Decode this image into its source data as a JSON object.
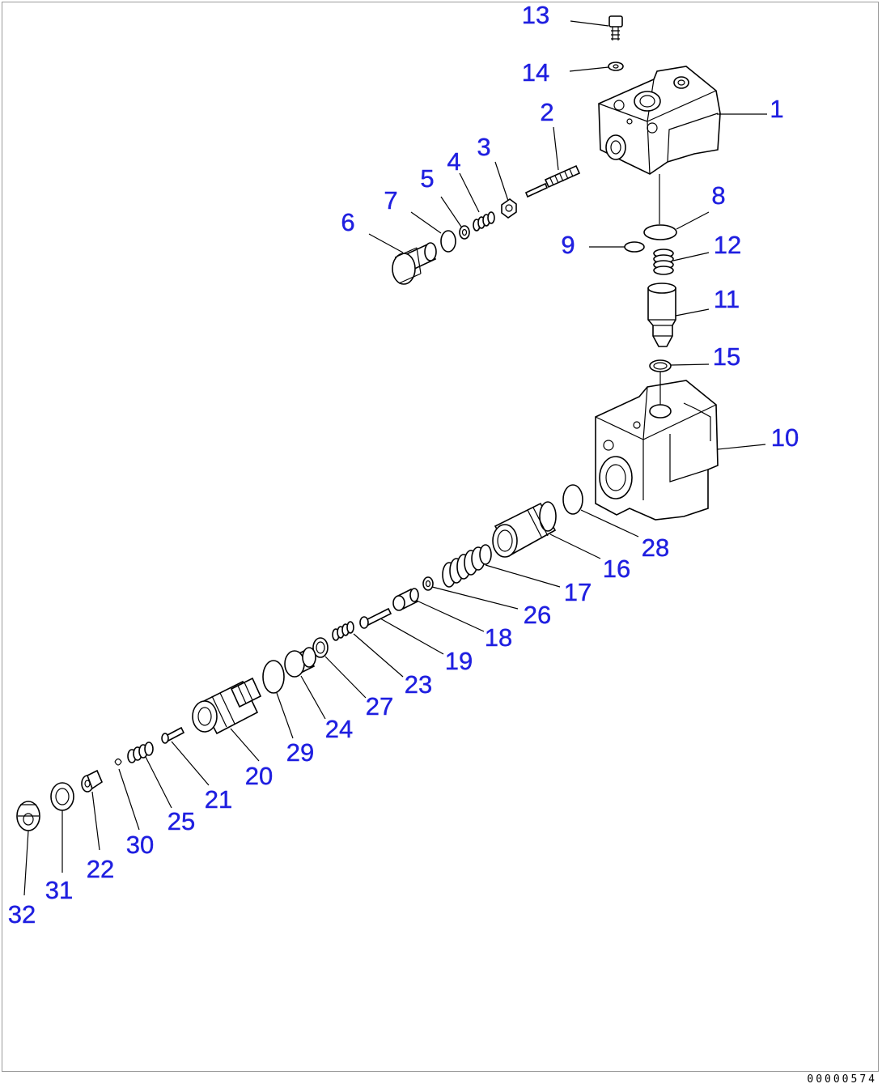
{
  "diagram": {
    "labels": [
      "1",
      "2",
      "3",
      "4",
      "5",
      "6",
      "7",
      "8",
      "9",
      "10",
      "11",
      "12",
      "13",
      "14",
      "15",
      "16",
      "17",
      "18",
      "19",
      "20",
      "21",
      "22",
      "23",
      "24",
      "25",
      "26",
      "27",
      "28",
      "29",
      "30",
      "31",
      "32"
    ],
    "drawing_number": "00000574"
  },
  "colors": {
    "label": "#1f1fe0",
    "line": "#000000",
    "background": "#ffffff"
  }
}
